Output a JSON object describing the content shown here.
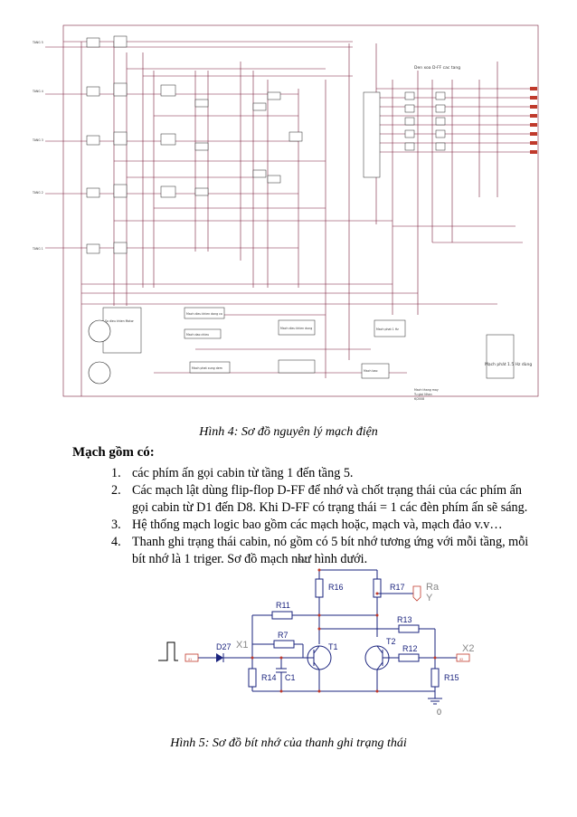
{
  "figure4": {
    "floor_labels": [
      "TANG 5",
      "TANG 4",
      "TANG 3",
      "TANG 2",
      "TANG 1"
    ],
    "labels": {
      "dff_header": "Den xoa D-FF cac tang",
      "block_top_left": "So dieu khien Motor",
      "block_mid": "Mach dieu khien dong co",
      "block_mid2": "Mach dao chieu",
      "block_right": "Mach phat 1 Hz",
      "block_bottom_left": "Mach phat xung dem",
      "block_bottom_mid": "Mach dieu khien dung",
      "block_bottom_right": "Mach bao",
      "block_far_right": "Mach phat 1.5 Hz",
      "author_line1": "Mach thang may",
      "author_line2": "Tu gioi Nhan",
      "author_line3": "6/2008",
      "far_right_caption": "Mạch phát 1.5 Hz dùng"
    },
    "caption": "Hình 4: Sơ đồ nguyên lý mạch điện"
  },
  "text": {
    "heading": "Mạch gồm có:",
    "items": [
      {
        "num": "1.",
        "text": "các phím ấn gọi cabin từ tầng 1 đến tầng 5."
      },
      {
        "num": "2.",
        "text": "Các mạch lật dùng flip-flop D-FF để nhớ và chốt trạng thái của các phím ấn gọi cabin từ D1 đến D8. Khi D-FF có trạng thái = 1 các đèn phím ấn sẽ sáng."
      },
      {
        "num": "3.",
        "text": "Hệ thống mạch logic bao gồm các mạch hoặc, mạch và, mạch đảo v.v…"
      },
      {
        "num": "4.",
        "text": "Thanh ghi trạng thái cabin, nó gồm có 5 bít nhớ tương ứng với mỗi tầng, mỗi bít nhớ là 1 triger. Sơ đồ mạch như hình dưới."
      }
    ]
  },
  "figure5": {
    "supply": "5V",
    "r16": "R16",
    "r17": "R17",
    "ra": "Ra",
    "y": "Y",
    "r11": "R11",
    "r13": "R13",
    "r7": "R7",
    "r12": "R12",
    "r14": "R14",
    "c1": "C1",
    "r15": "R15",
    "t1": "T1",
    "t2": "T2",
    "d27": "D27",
    "x1": "X1",
    "x2": "X2",
    "in_tag": "X1",
    "out_tag": "X2",
    "ground": "0",
    "caption": "Hình 5: Sơ đồ bít nhớ của thanh ghi trạng thái"
  }
}
